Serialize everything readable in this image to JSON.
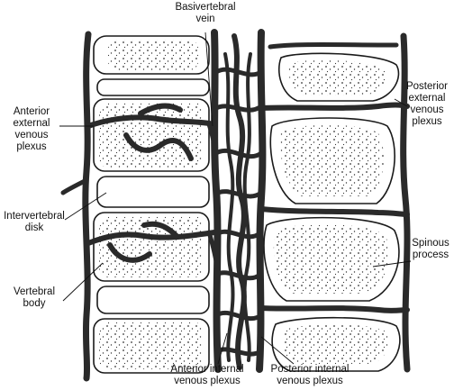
{
  "labels": {
    "basivertebral_vein": "Basivertebral\nvein",
    "anterior_external_venous_plexus": "Anterior\nexternal\nvenous\nplexus",
    "posterior_external_venous_plexus": "Posterior\nexternal\nvenous\nplexus",
    "intervertebral_disk": "Intervertebral\ndisk",
    "spinous_process": "Spinous\nprocess",
    "vertebral_body": "Vertebral\nbody",
    "anterior_internal_venous_plexus": "Anterior internal\nvenous plexus",
    "posterior_internal_venous_plexus": "Posterior internal\nvenous plexus"
  },
  "colors": {
    "ink": "#1a1a1a",
    "vein": "#2a2a2a",
    "background": "#ffffff"
  }
}
